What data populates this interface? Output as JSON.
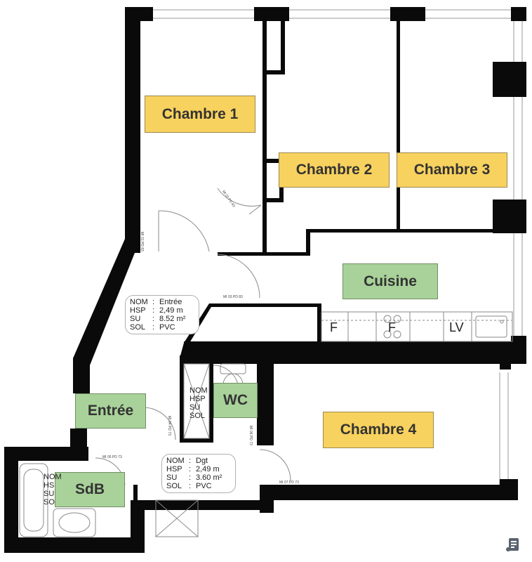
{
  "rooms": {
    "chambre1": "Chambre 1",
    "chambre2": "Chambre 2",
    "chambre3": "Chambre 3",
    "cuisine": "Cuisine",
    "entree": "Entrée",
    "wc": "WC",
    "chambre4": "Chambre 4",
    "sdb": "SdB"
  },
  "info_entree": {
    "nom_key": "NOM",
    "nom_val": "Entrée",
    "hsp_key": "HSP",
    "hsp_val": "2,49 m",
    "su_key": "SU",
    "su_val": "8.52 m²",
    "sol_key": "SOL",
    "sol_val": "PVC"
  },
  "info_dgt": {
    "nom_key": "NOM",
    "nom_val": "Dgt",
    "hsp_key": "HSP",
    "hsp_val": "2,49 m",
    "su_key": "SU",
    "su_val": "3.60 m²",
    "sol_key": "SOL",
    "sol_val": "PVC"
  },
  "info_wc_partial": {
    "l1": "NOM",
    "l2": "HSP",
    "l3": "SU",
    "l4": "SOL"
  },
  "info_sdb_partial": {
    "l1": "NOM",
    "l2": "HS",
    "l3": "SU",
    "l4": "SO"
  },
  "appliances": {
    "fridge": "F",
    "cooktop": "F",
    "dishwasher": "LV"
  },
  "door_tags": {
    "d1": "MI 01 PD 83",
    "d2": "MI 02 PD 83",
    "d3": "MI 03 PD 83",
    "d4": "MI 04 PD 73",
    "d5": "MI 05 PD 73",
    "d6": "MI 06 PD 73",
    "d7": "MI 07 PD 73"
  },
  "colors": {
    "wall": "#0a0a0a",
    "label_yellow": "#f8d25e",
    "label_green": "#a9d29a",
    "text": "#333333"
  }
}
